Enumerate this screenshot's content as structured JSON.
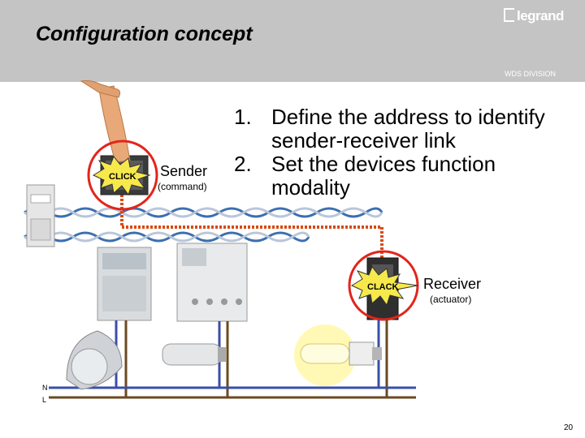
{
  "header": {
    "title": "Configuration concept",
    "logo_text": "legrand",
    "division": "WDS DIVISION"
  },
  "steps": [
    {
      "num": "1.",
      "text": "Define the address to identify sender-receiver link"
    },
    {
      "num": "2.",
      "text": "Set the devices function modality"
    }
  ],
  "sender": {
    "label": "Sender",
    "sublabel": "(command)",
    "burst": "CLICK"
  },
  "receiver": {
    "label": "Receiver",
    "sublabel": "(actuator)",
    "burst": "CLACK"
  },
  "wires": {
    "n_label": "N",
    "l_label": "L"
  },
  "page_number": "20",
  "colors": {
    "header_bg": "#c4c4c4",
    "red_circle": "#e2251b",
    "bus_orange": "#d94a12",
    "neutral_blue": "#3b4fa8",
    "live_brown": "#6b4a22",
    "burst_yellow": "#f7e94b"
  }
}
